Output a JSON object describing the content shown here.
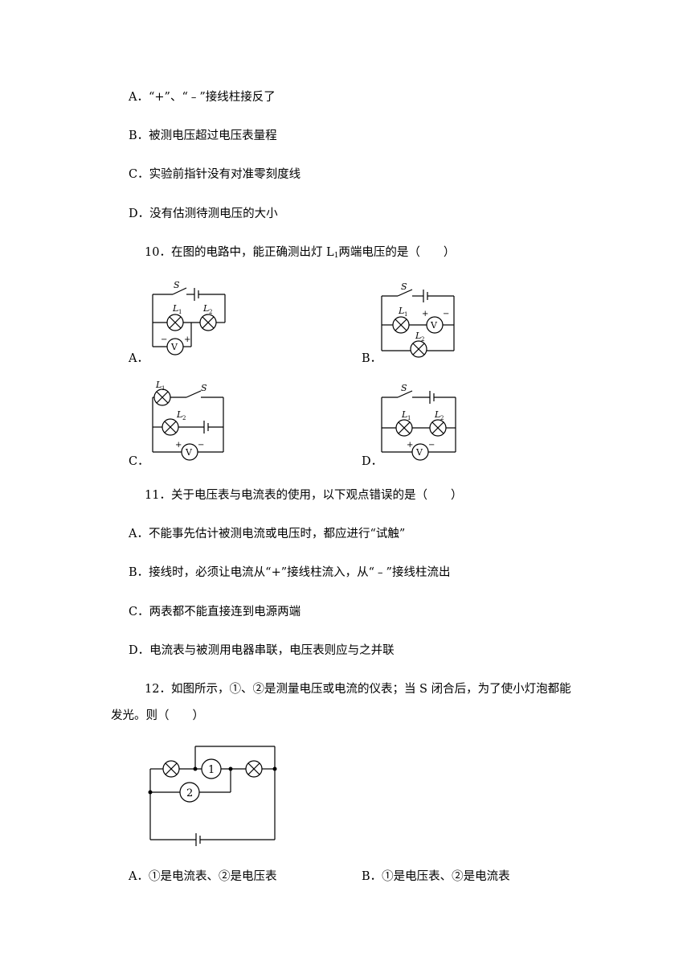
{
  "q9": {
    "options": [
      "A．“+”、“﹣”接线柱接反了",
      "B．被测电压超过电压表量程",
      "C．实验前指针没有对准零刻度线",
      "D．没有估测待测电压的大小"
    ]
  },
  "q10": {
    "stem_before": "10．在图的电路中，能正确测出灯 L",
    "stem_sub": "1",
    "stem_after": "两端电压的是（　　）",
    "labels": [
      "A．",
      "B．",
      "C．",
      "D．"
    ],
    "circuit_text": {
      "switch": "S",
      "lamp1": "L",
      "lamp2": "L",
      "sub1": "1",
      "sub2": "2",
      "meter": "V",
      "plus": "+",
      "minus": "−"
    }
  },
  "q11": {
    "stem": "11．关于电压表与电流表的使用，以下观点错误的是（　　）",
    "options": [
      "A．不能事先估计被测电流或电压时，都应进行“试触”",
      "B．接线时，必须让电流从“+”接线柱流入，从“﹣”接线柱流出",
      "C．两表都不能直接连到电源两端",
      "D．电流表与被测用电器串联，电压表则应与之并联"
    ]
  },
  "q12": {
    "stem_line1": "12．如图所示，①、②是测量电压或电流的仪表；当 S 闭合后，为了使小灯泡都能",
    "stem_line2": "发光。则（　　）",
    "meter1": "1",
    "meter2": "2",
    "options": [
      "A．①是电流表、②是电压表",
      "B．①是电压表、②是电流表"
    ]
  }
}
